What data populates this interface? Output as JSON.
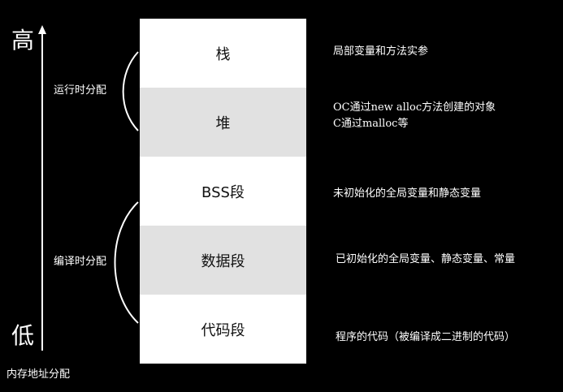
{
  "axis": {
    "high_label": "高",
    "low_label": "低",
    "caption": "内存地址分配"
  },
  "phases": {
    "runtime": "运行时分配",
    "compile": "编译时分配"
  },
  "segments": [
    {
      "label": "栈",
      "description": [
        "局部变量和方法实参"
      ]
    },
    {
      "label": "堆",
      "description": [
        "OC通过new alloc方法创建的对象",
        "C通过malloc等"
      ]
    },
    {
      "label": "BSS段",
      "description": [
        "未初始化的全局变量和静态变量"
      ]
    },
    {
      "label": "数据段",
      "description": [
        "已初始化的全局变量、静态变量、常量"
      ]
    },
    {
      "label": "代码段",
      "description": [
        "程序的代码（被编译成二进制的代码）"
      ]
    }
  ],
  "colors": {
    "background": "#000000",
    "segment_white": "#ffffff",
    "segment_gray": "#e1e1e1",
    "text_light": "#ffffff",
    "text_dark": "#111111"
  }
}
